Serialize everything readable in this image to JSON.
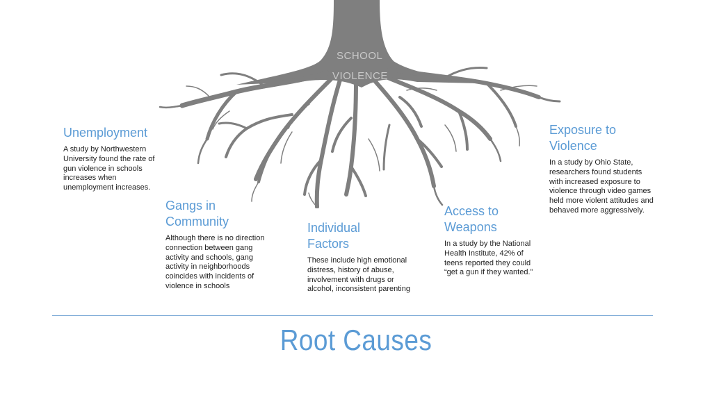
{
  "tree": {
    "label_line1": "SCHOOL",
    "label_line2": "VIOLENCE",
    "color": "#7f7f7f"
  },
  "causes": [
    {
      "title": "Unemployment",
      "text": "A study by Northwestern University found the rate of gun violence in schools increases when unemployment increases."
    },
    {
      "title": "Gangs in Community",
      "text": "Although there is no direction connection between gang activity and schools, gang activity in neighborhoods coincides with incidents of violence in schools"
    },
    {
      "title": "Individual Factors",
      "text": "These include high emotional distress, history of abuse, involvement with drugs or alcohol, inconsistent parenting"
    },
    {
      "title": "Access to Weapons",
      "text": "In a study by the National Health Institute, 42% of teens reported they could “get a gun if they wanted.”"
    },
    {
      "title": "Exposure to Violence",
      "text": "In a study by Ohio State, researchers found students with increased exposure to violence through video games held more violent attitudes and behaved more aggressively."
    }
  ],
  "footer": {
    "title": "Root Causes",
    "accent_color": "#5b9bd5"
  }
}
